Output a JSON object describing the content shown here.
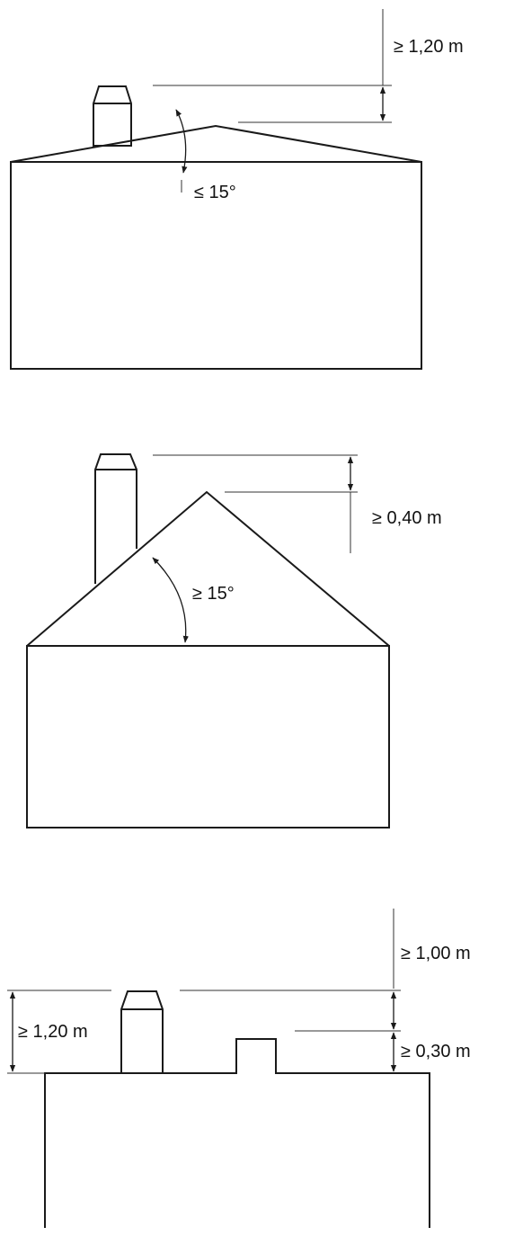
{
  "figures": [
    {
      "labels": {
        "height": "≥ 1,20 m",
        "angle": "≤ 15°"
      }
    },
    {
      "labels": {
        "height": "≥ 0,40 m",
        "angle": "≥ 15°"
      }
    },
    {
      "labels": {
        "height_above_roof": "≥ 1,20 m",
        "height_above_attic": "≥ 1,00 m",
        "attic_height": "≥ 0,30 m"
      }
    }
  ],
  "colors": {
    "line": "#1a1a1a",
    "background": "#ffffff"
  }
}
